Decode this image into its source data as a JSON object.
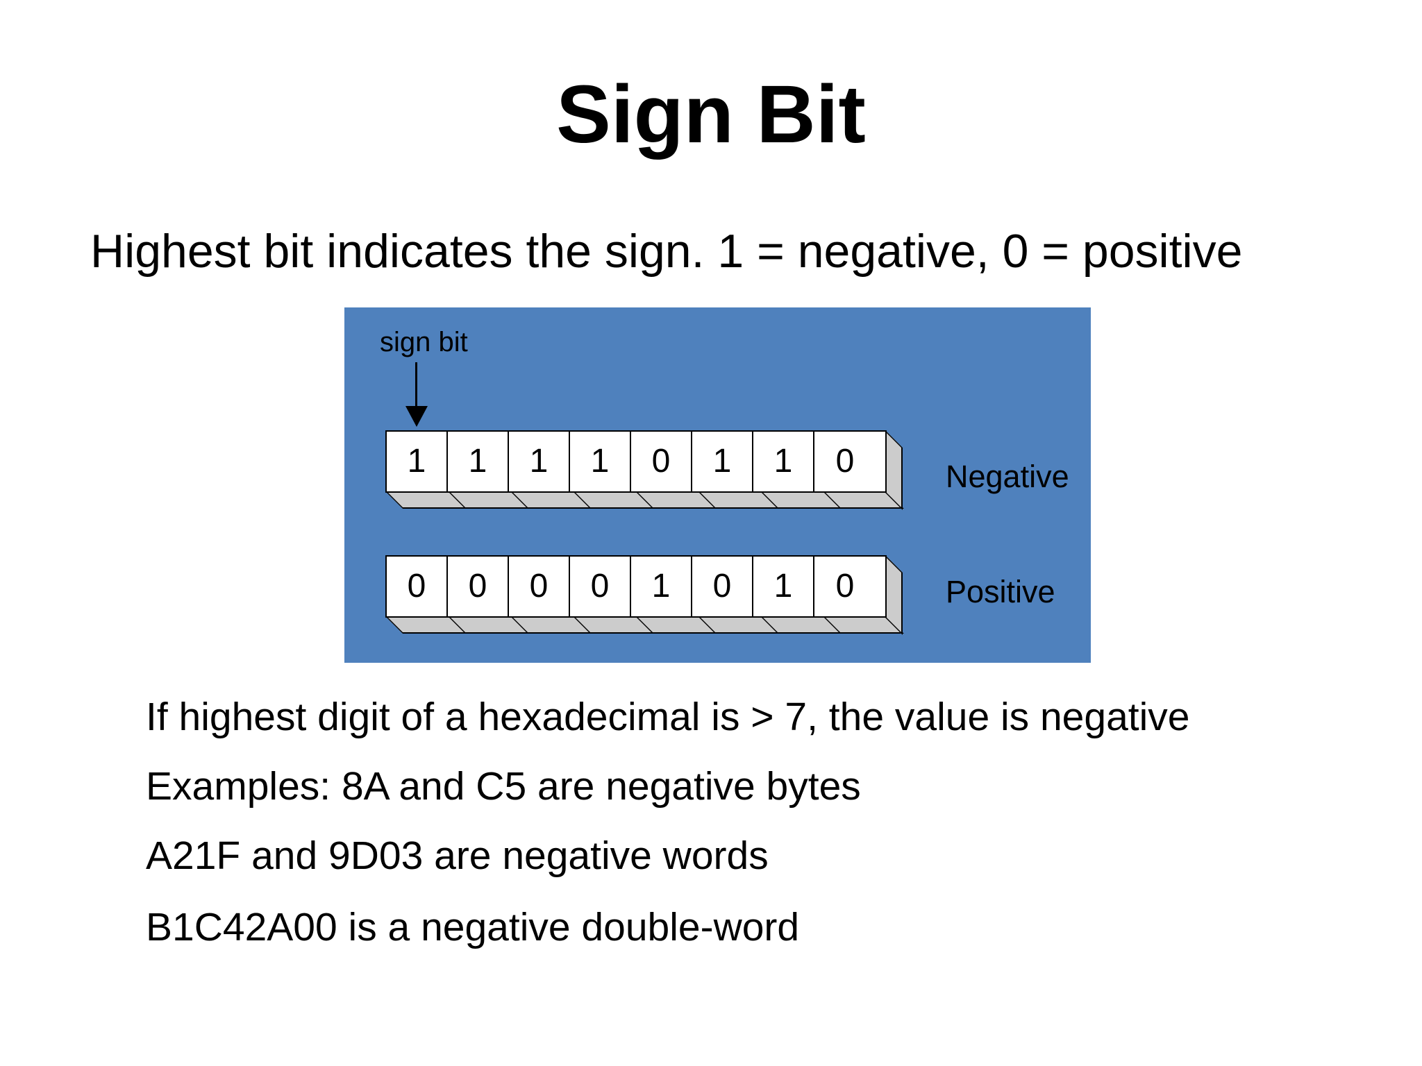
{
  "slide": {
    "title": "Sign Bit",
    "subtitle": "Highest bit indicates the sign. 1 = negative, 0 = positive",
    "notes": [
      "If highest digit of a hexadecimal is > 7, the value is negative",
      "Examples: 8A and C5 are negative bytes",
      "A21F and 9D03 are negative words",
      "B1C42A00 is a negative double-word"
    ]
  },
  "diagram": {
    "sign_bit_label": "sign bit",
    "rows": [
      {
        "label": "Negative",
        "bits": [
          "1",
          "1",
          "1",
          "1",
          "0",
          "1",
          "1",
          "0"
        ]
      },
      {
        "label": "Positive",
        "bits": [
          "0",
          "0",
          "0",
          "0",
          "1",
          "0",
          "1",
          "0"
        ]
      }
    ],
    "colors": {
      "panel_blue": "#4F81BD",
      "cell_face_white": "#FFFFFF",
      "cell_side_gray": "#CCCCCC",
      "outline_black": "#000000"
    }
  }
}
